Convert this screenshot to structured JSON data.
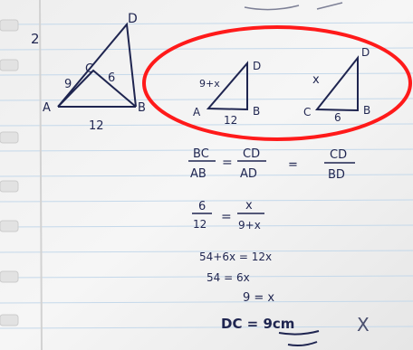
{
  "notebook": {
    "problem_number": "2",
    "main_triangle": {
      "vertex_top": "D",
      "vertex_middle": "C",
      "vertex_left": "A",
      "vertex_right": "B",
      "side_ac": "9",
      "side_cb": "6",
      "base": "12"
    },
    "circled_triangles": {
      "left": {
        "top": "D",
        "bottom_left": "A",
        "bottom_right": "B",
        "hyp": "9+x",
        "base": "12"
      },
      "right": {
        "top": "D",
        "bottom_left": "C",
        "bottom_right": "B",
        "hyp": "x",
        "base": "6"
      }
    },
    "work": {
      "ratio_1_num": "BC",
      "ratio_1_den": "AB",
      "equals_1": "=",
      "ratio_2_num": "CD",
      "ratio_2_den": "AD",
      "equals_2": "=",
      "ratio_3_num": "CD",
      "ratio_3_den": "BD",
      "eq_left_num": "6",
      "eq_left_den": "12",
      "equals_3": "=",
      "eq_right_num": "x",
      "eq_right_den": "9+x",
      "line_a": "54+6x = 12x",
      "line_b": "54 = 6x",
      "line_c": "9 = x",
      "answer": "DC = 9cm",
      "mark": "X"
    }
  },
  "colors": {
    "ink": "#1f2550",
    "circle": "#ff1a1a",
    "lines": "#c4d8ea",
    "margin": "#d2d2d2"
  }
}
